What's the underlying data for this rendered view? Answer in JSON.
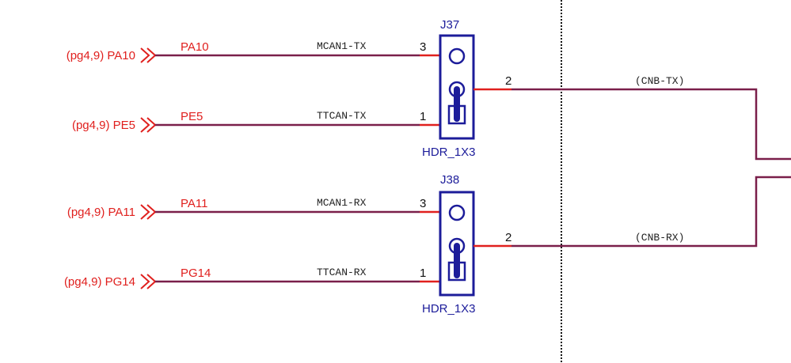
{
  "colors": {
    "wire": "#7a1f4a",
    "component": "#1c1c9a",
    "pin": "#e0201e",
    "netlabel": "#e0201e",
    "text": "#222222",
    "divider": "#111111"
  },
  "connectors": [
    {
      "ref": "J37",
      "value": "HDR_1X3",
      "pins": {
        "p3": "3",
        "p2": "2",
        "p1": "1"
      },
      "inputs": [
        {
          "offpage": "(pg4,9) PA10",
          "net": "PA10",
          "signal": "MCAN1-TX"
        },
        {
          "offpage": "(pg4,9) PE5",
          "net": "PE5",
          "signal": "TTCAN-TX"
        }
      ],
      "output_net": "(CNB-TX)"
    },
    {
      "ref": "J38",
      "value": "HDR_1X3",
      "pins": {
        "p3": "3",
        "p2": "2",
        "p1": "1"
      },
      "inputs": [
        {
          "offpage": "(pg4,9) PA11",
          "net": "PA11",
          "signal": "MCAN1-RX"
        },
        {
          "offpage": "(pg4,9) PG14",
          "net": "PG14",
          "signal": "TTCAN-RX"
        }
      ],
      "output_net": "(CNB-RX)"
    }
  ]
}
